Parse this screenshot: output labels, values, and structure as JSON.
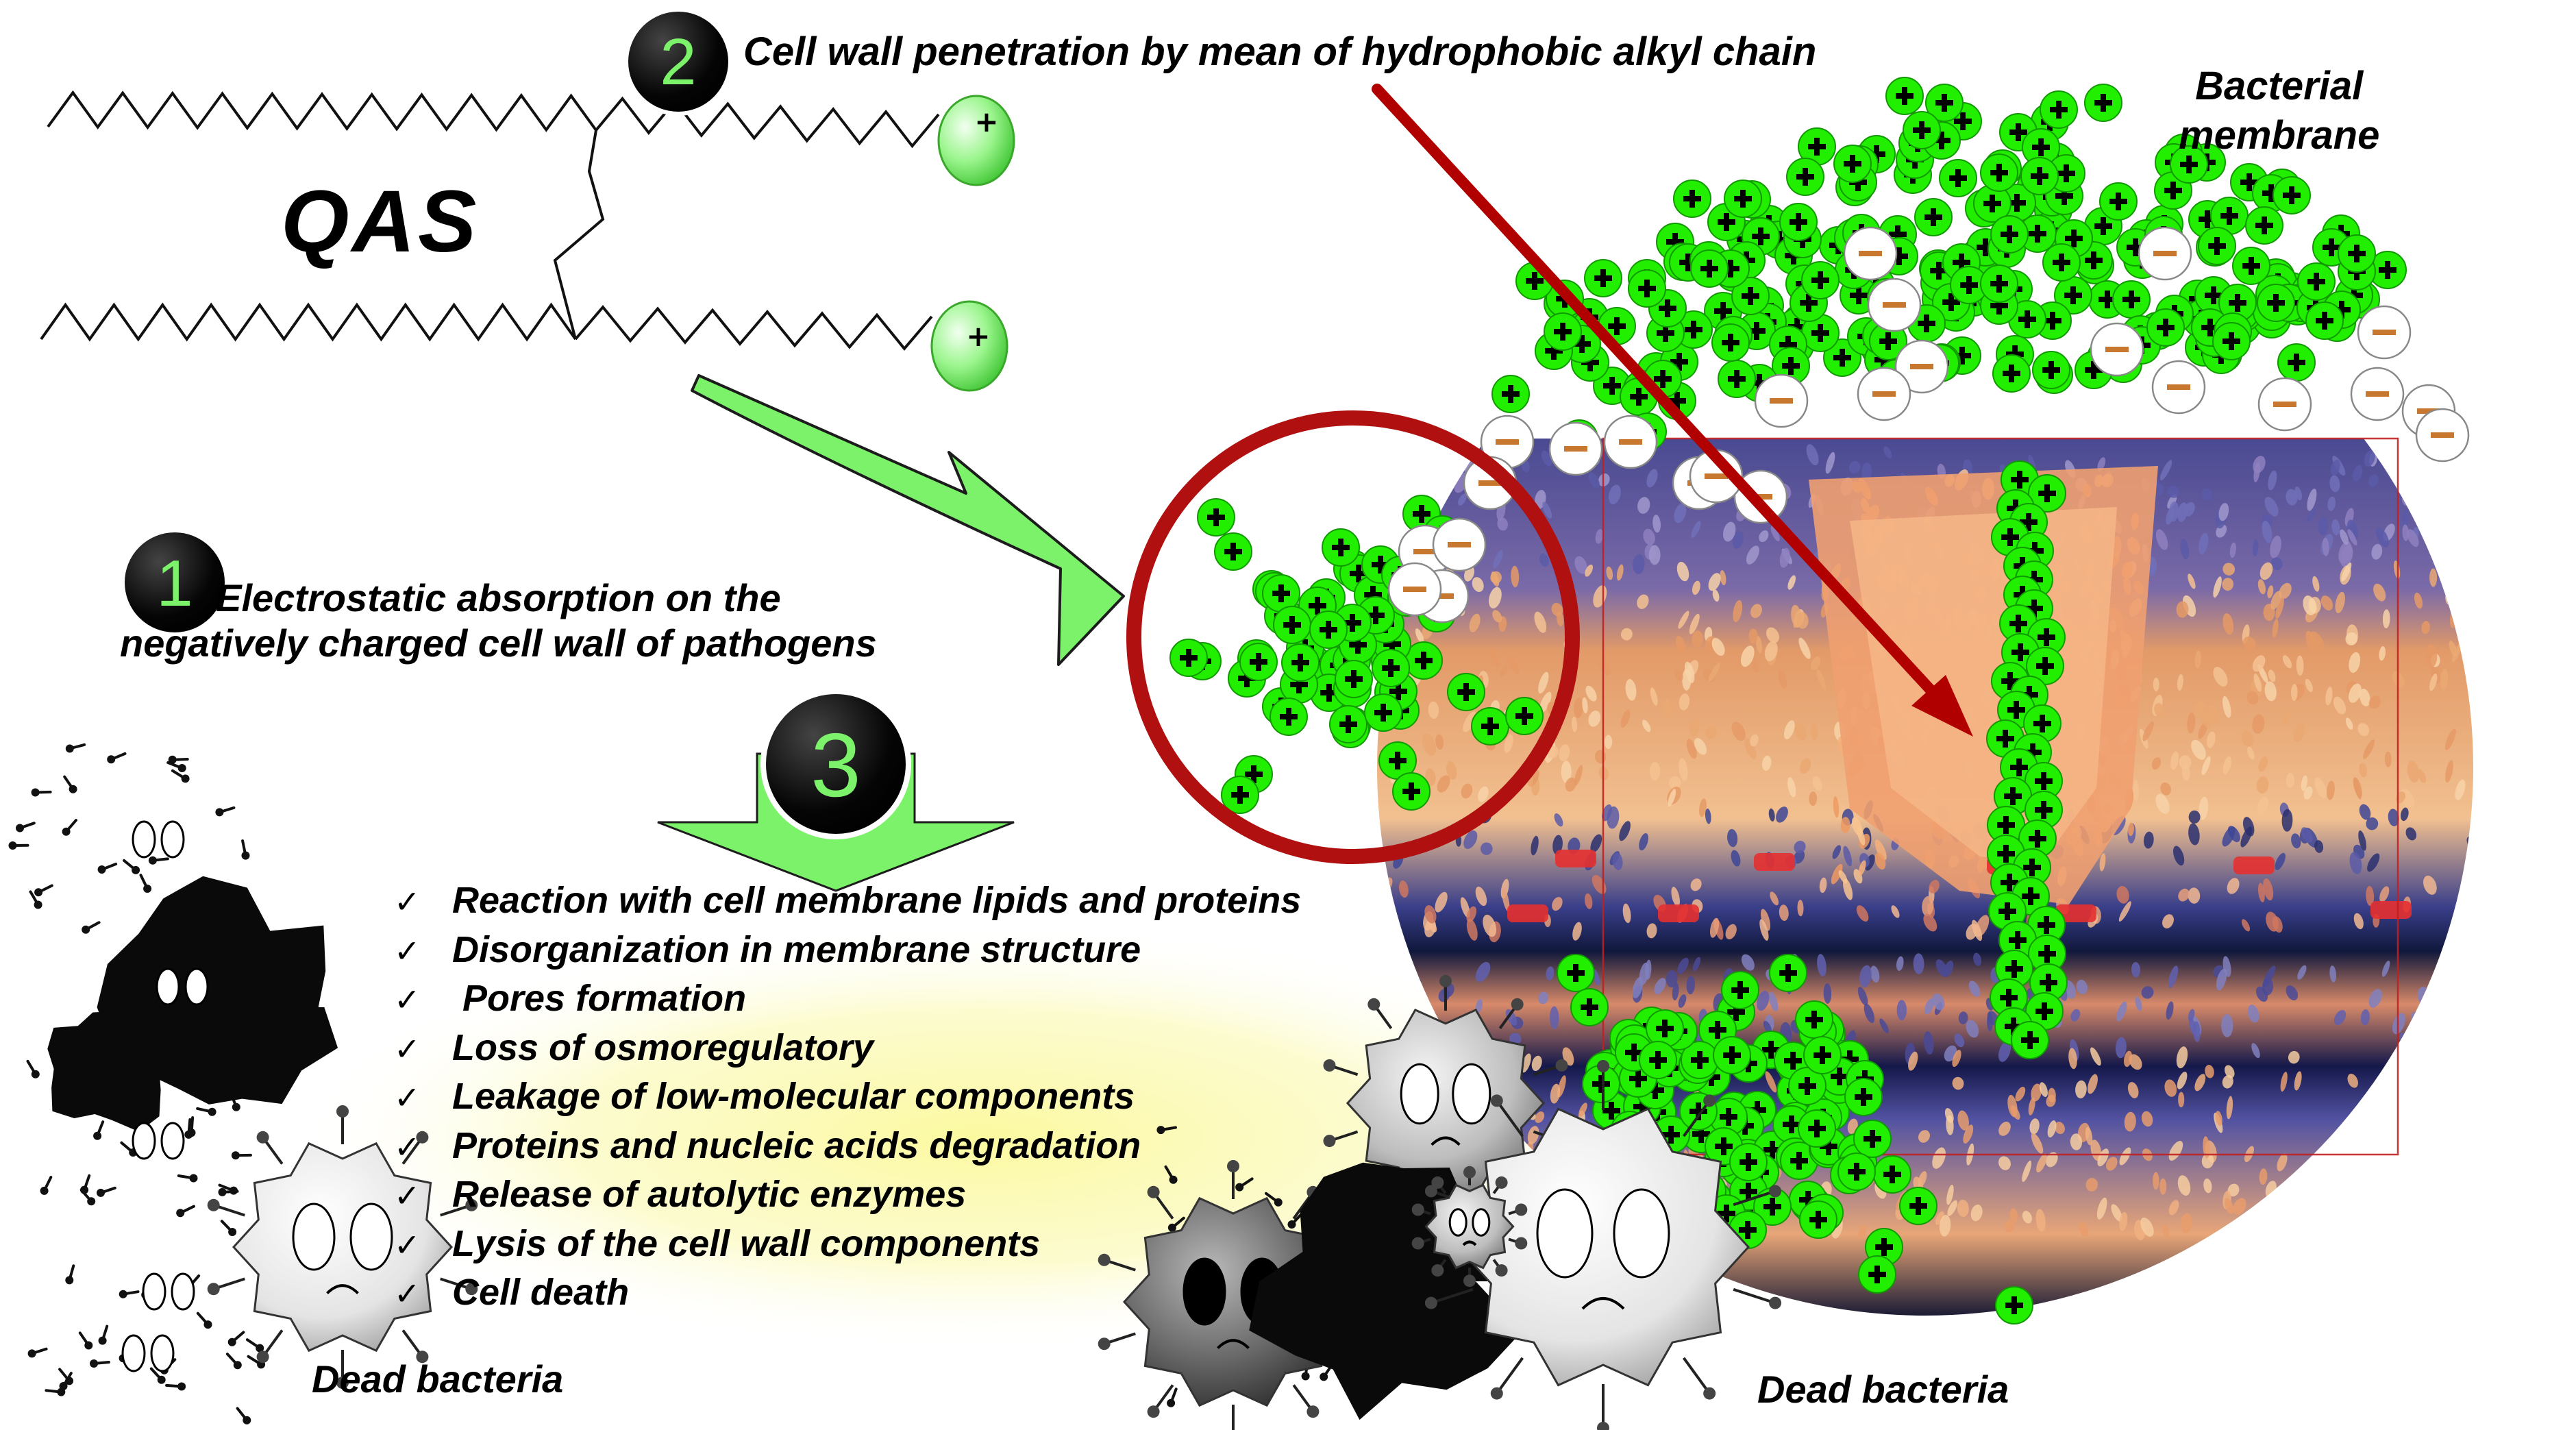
{
  "diagram": {
    "molecule_label": "QAS",
    "cation_symbol": "+",
    "anion_symbol": "−",
    "membrane_label": [
      "Bacterial",
      "membrane"
    ],
    "steps": [
      {
        "number": "1",
        "text": [
          "Electrostatic absorption on the",
          "negatively charged cell wall of pathogens"
        ]
      },
      {
        "number": "2",
        "text": "Cell wall penetration by mean of hydrophobic alkyl chain"
      },
      {
        "number": "3"
      }
    ],
    "check_mark": "✓",
    "effects": [
      "Reaction with cell membrane lipids and proteins",
      "Disorganization in membrane structure",
      " Pores formation",
      "Loss of osmoregulatory",
      "Leakage of low-molecular components",
      "Proteins and nucleic acids degradation",
      "Release of autolytic enzymes",
      "Lysis of the cell wall components",
      "Cell death"
    ],
    "dead_bacteria_label": "Dead bacteria",
    "colors": {
      "cation_green": "#22ee00",
      "arrow_green": "#7cf26a",
      "penetration_arrow": "#b00000",
      "highlight_circle": "#b01010",
      "lipid_orange": "#f0a868",
      "lipid_purple": "#5a5aa8"
    }
  }
}
